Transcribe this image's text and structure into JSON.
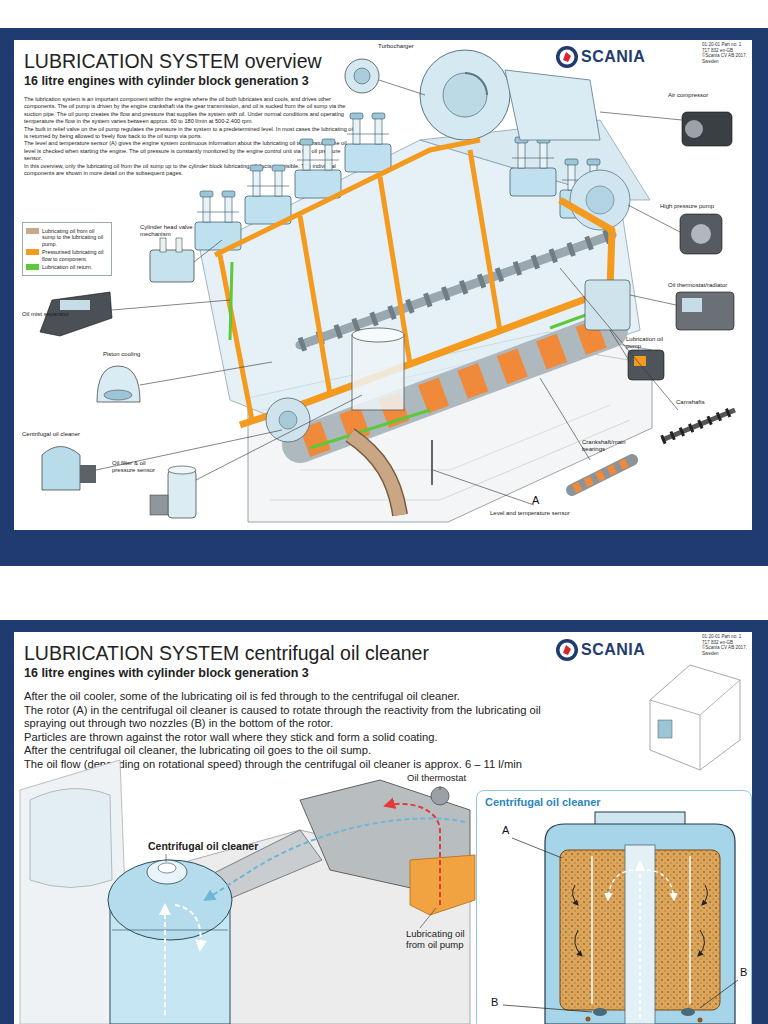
{
  "diagram": {
    "nodes": [
      {
        "text": [
          "LUBRICATION SYSTEM overview",
          "16 litre engines with cylinder block generation 3",
          "The lubrication system is an important component within the engine where the oil both lubricates and cools, and drives other components. The oil pump is driven by the engine crankshaft via the gear transmission, and oil is sucked from the oil sump via the suction pipe. The oil pump creates the flow and pressure that supplies the system with oil. Under normal conditions and operating temperature the flow in the system varies between approx. 60 to 180 l/min at 500-2,400 rpm.",
          "The built in relief valve on the oil pump regulates the pressure in the system to a predetermined level. In most cases the lubricating oil is returned by being allowed to freely flow back to the oil sump via ports.",
          "The level and temperature sensor (A) gives the engine system continuous information about the lubricating oil temperature. The oil level is checked when starting the engine. The oil pressure is constantly monitored by the engine control unit via the oil pressure sensor.",
          "In this overview, only the lubricating oil from the oil sump up to the cylinder block lubricating oil ducts are visible. The individual components are shown in more detail on the subsequent pages."
        ]
      },
      {
        "text": [
          "LUBRICATION SYSTEM centrifugal oil cleaner",
          "16 litre engines with cylinder block generation 3",
          "After the oil cooler, some of the lubricating oil is fed through to the centrifugal oil cleaner.",
          "The rotor (A) in the centrifugal oil cleaner is caused to rotate through the reactivity from the lubricating oil spraying out through two nozzles (B) in the bottom of the rotor.",
          "Particles are thrown against the rotor wall where they stick and form a solid coating.",
          "After the centrifugal oil cleaner, the lubricating oil goes to the oil sump.",
          "The oil flow (depending on rotational speed) through the centrifugal oil cleaner is approx. 6 – 11 l/min"
        ]
      },
      {
        "text": [
          "Centrifugal oil cleaner"
        ],
        "in": 1
      }
    ],
    "labels": [
      "01:20-01 Part no. 1 717 832 en-GB ©Scania CV AB 2017, Sweden",
      "SCANIA",
      "Turbocharger",
      "Air compressor",
      "Cylinder head valve mechanism",
      "High pressure pump",
      "Oil thermostat/radiator",
      "Oil mist separator",
      "Lubrication oil pump",
      "Piston cooling",
      "Camshafts",
      "Centrifugal oil cleaner",
      "Crankshaft/main bearings",
      "Oil filter & oil pressure sensor",
      "A",
      "Level and temperature sensor",
      "01:20-01 Part no. 1 717 832 en-GB ©Scania CV AB 2017, Sweden",
      "SCANIA",
      "Oil thermostat",
      "Centrifugal oil cleaner",
      "Lubricating oil from oil pump",
      "A",
      "B",
      "B"
    ],
    "legend": [
      {
        "text": "Lubricating oil from oil sump to the lubricating oil pump.",
        "color": "#c8a98a"
      },
      {
        "text": "Pressurised lubricating oil flow to component.",
        "color": "#f39a1f"
      },
      {
        "text": "Lubrication oil return.",
        "color": "#5cc93a"
      }
    ]
  }
}
